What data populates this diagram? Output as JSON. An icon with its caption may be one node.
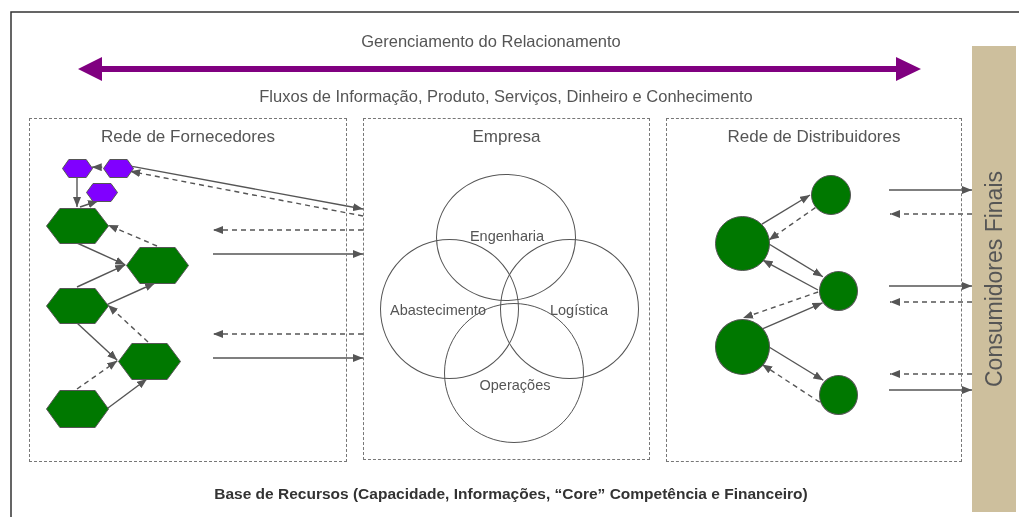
{
  "diagram": {
    "nodes": [
      {
        "text": [
          "Rede de Fornecedores"
        ]
      },
      {
        "text": [
          "Empresa"
        ]
      },
      {
        "text": [
          "Rede de Distribuidores"
        ]
      },
      {
        "text": [
          "Consumidores Finais"
        ]
      },
      {
        "text": [],
        "shape": "hexagon",
        "in": 0
      },
      {
        "text": [],
        "shape": "hexagon",
        "in": 0
      },
      {
        "text": [],
        "shape": "hexagon",
        "in": 0
      },
      {
        "text": [],
        "shape": "hexagon",
        "in": 0
      },
      {
        "text": [],
        "shape": "hexagon",
        "in": 0
      },
      {
        "text": [],
        "shape": "hexagon",
        "in": 0
      },
      {
        "text": [],
        "shape": "hexagon",
        "in": 0
      },
      {
        "text": [],
        "shape": "hexagon",
        "in": 0
      },
      {
        "text": [
          "Engenharia"
        ],
        "in": 1
      },
      {
        "text": [
          "Abastecimento"
        ],
        "in": 1
      },
      {
        "text": [
          "Logística"
        ],
        "in": 1
      },
      {
        "text": [
          "Operações"
        ],
        "in": 1
      },
      {
        "text": [],
        "shape": "circle",
        "in": 2
      },
      {
        "text": [],
        "shape": "circle",
        "in": 2
      },
      {
        "text": [],
        "shape": "circle",
        "in": 2
      },
      {
        "text": [],
        "shape": "circle",
        "in": 2
      },
      {
        "text": [],
        "shape": "circle",
        "in": 2
      }
    ],
    "edges": [
      {
        "from": 5,
        "to": 4,
        "arrow": "to"
      },
      {
        "from": 4,
        "to": 7,
        "arrow": "to"
      },
      {
        "from": 7,
        "to": 6,
        "arrow": "to"
      },
      {
        "from": 7,
        "to": 8,
        "arrow": "to"
      },
      {
        "from": 8,
        "to": 7,
        "arrow": "to",
        "style": "dashed"
      },
      {
        "from": 9,
        "to": 8,
        "arrow": "to"
      },
      {
        "from": 9,
        "to": 8,
        "arrow": "to"
      },
      {
        "from": 10,
        "to": 9,
        "arrow": "to",
        "style": "dashed"
      },
      {
        "from": 9,
        "to": 10,
        "arrow": "to"
      },
      {
        "from": 11,
        "to": 10,
        "arrow": "to",
        "style": "dashed"
      },
      {
        "from": 11,
        "to": 10,
        "arrow": "to"
      },
      {
        "from": 5,
        "to": 1,
        "arrow": "to"
      },
      {
        "from": 1,
        "to": 5,
        "arrow": "to",
        "style": "dashed"
      },
      {
        "from": 1,
        "to": null,
        "arrow": "to",
        "style": "dashed"
      },
      {
        "from": null,
        "to": 1,
        "arrow": "to"
      },
      {
        "from": 1,
        "to": null,
        "arrow": "to",
        "style": "dashed"
      },
      {
        "from": null,
        "to": 1,
        "arrow": "to"
      },
      {
        "from": 17,
        "to": 16,
        "arrow": "to"
      },
      {
        "from": 16,
        "to": 17,
        "arrow": "to",
        "style": "dashed"
      },
      {
        "from": 17,
        "to": 18,
        "arrow": "to"
      },
      {
        "from": 18,
        "to": 17,
        "arrow": "to"
      },
      {
        "from": 18,
        "to": 19,
        "arrow": "to",
        "style": "dashed"
      },
      {
        "from": 19,
        "to": 18,
        "arrow": "to"
      },
      {
        "from": 19,
        "to": 20,
        "arrow": "to"
      },
      {
        "from": 20,
        "to": 19,
        "arrow": "to",
        "style": "dashed"
      },
      {
        "from": null,
        "to": 3,
        "arrow": "to"
      },
      {
        "from": 3,
        "to": null,
        "arrow": "to",
        "style": "dashed"
      },
      {
        "from": null,
        "to": 3,
        "arrow": "to"
      },
      {
        "from": 3,
        "to": null,
        "arrow": "to",
        "style": "dashed"
      },
      {
        "from": 3,
        "to": null,
        "arrow": "to",
        "style": "dashed"
      },
      {
        "from": null,
        "to": 3,
        "arrow": "to"
      }
    ],
    "labels": [
      "Gerenciamento do Relacionamento",
      "Fluxos de Informação, Produto, Serviços, Dinheiro e Conhecimento",
      "Base de Recursos (Capacidade, Informações, “Core” Competência e Financeiro)"
    ]
  }
}
